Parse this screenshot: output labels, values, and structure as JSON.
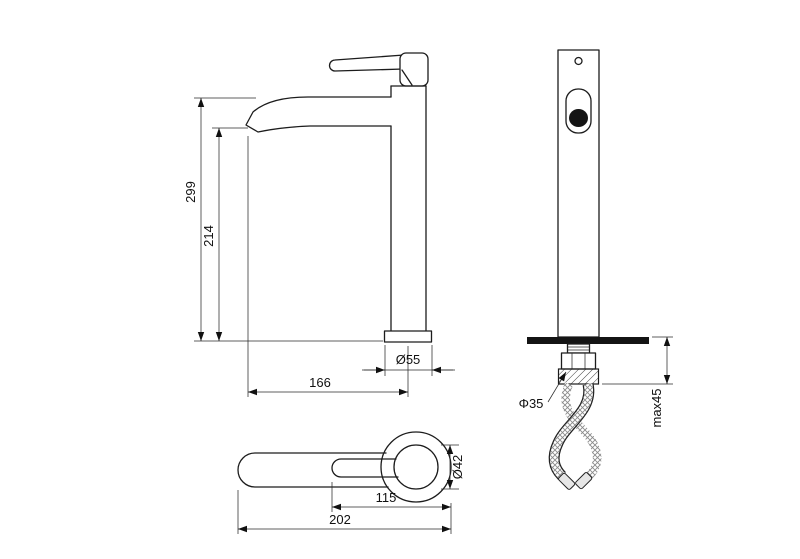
{
  "drawing": {
    "views": {
      "side": {
        "labels": {
          "total_height": "299",
          "spout_height": "214",
          "spout_reach": "166",
          "base_diameter": "Ø55"
        }
      },
      "front": {
        "labels": {
          "shank_diameter": "Φ35",
          "max_mounting_thickness": "max45"
        }
      },
      "top": {
        "labels": {
          "cap_diameter": "Ø42",
          "lever_section_length": "115",
          "overall_length": "202"
        }
      }
    },
    "colors": {
      "line": "#1c1c1c",
      "background": "#ffffff"
    }
  }
}
